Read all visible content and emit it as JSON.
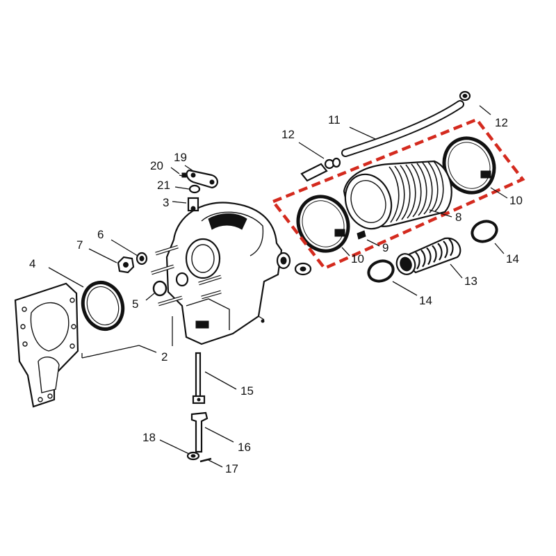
{
  "callouts": {
    "c2": "2",
    "c3": "3",
    "c4": "4",
    "c5": "5",
    "c6": "6",
    "c7": "7",
    "c8": "8",
    "c9": "9",
    "c10a": "10",
    "c10b": "10",
    "c11": "11",
    "c12a": "12",
    "c12b": "12",
    "c13": "13",
    "c14a": "14",
    "c14b": "14",
    "c15": "15",
    "c16": "16",
    "c17": "17",
    "c18": "18",
    "c19": "19",
    "c20": "20",
    "c21": "21"
  },
  "highlight": {
    "color": "#d42a1e",
    "style": "dashed"
  }
}
